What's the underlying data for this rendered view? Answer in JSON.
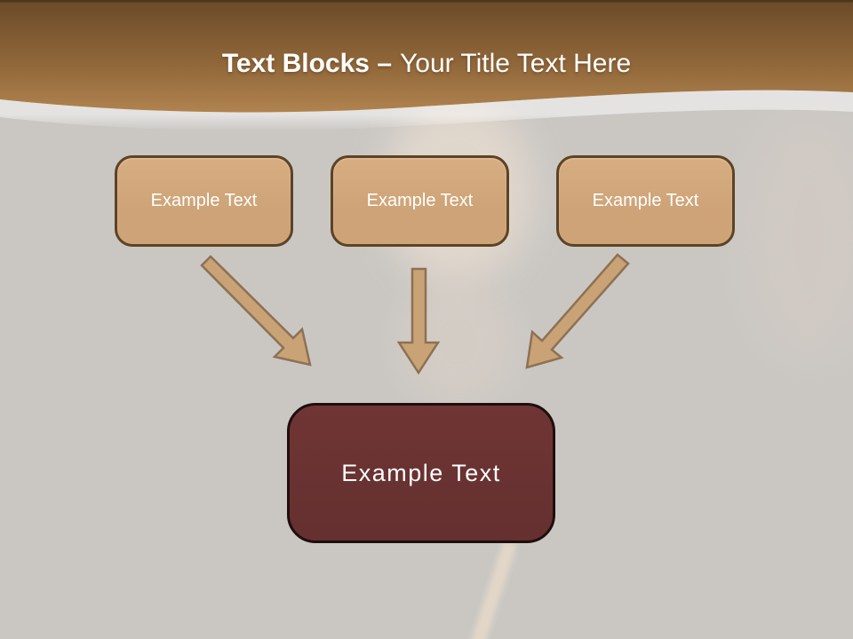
{
  "slide": {
    "header": {
      "title_bold": "Text Blocks –",
      "title_regular": "Your Title Text Here"
    },
    "source_blocks": [
      {
        "label": "Example Text"
      },
      {
        "label": "Example Text"
      },
      {
        "label": "Example Text"
      }
    ],
    "connectors": [
      {
        "icon": "arrow-down-right"
      },
      {
        "icon": "arrow-down"
      },
      {
        "icon": "arrow-down-left"
      }
    ],
    "target_block": {
      "label": "Example Text"
    },
    "colors": {
      "header_top": "#6b4a29",
      "header_mid": "#8f6639",
      "header_bottom": "#b0834f",
      "background": "#cac7c3",
      "block_fill": "#cda377",
      "block_fill_light": "#d7ae82",
      "block_border": "#5d4325",
      "block_text": "#ffffff",
      "arrow_fill": "#c9a276",
      "arrow_stroke": "#8d7154",
      "target_fill": "#6f3534",
      "target_fill_dark": "#653030",
      "target_border": "#1f0e0e",
      "target_text": "#ffffff",
      "title_text": "#ffffff"
    }
  }
}
